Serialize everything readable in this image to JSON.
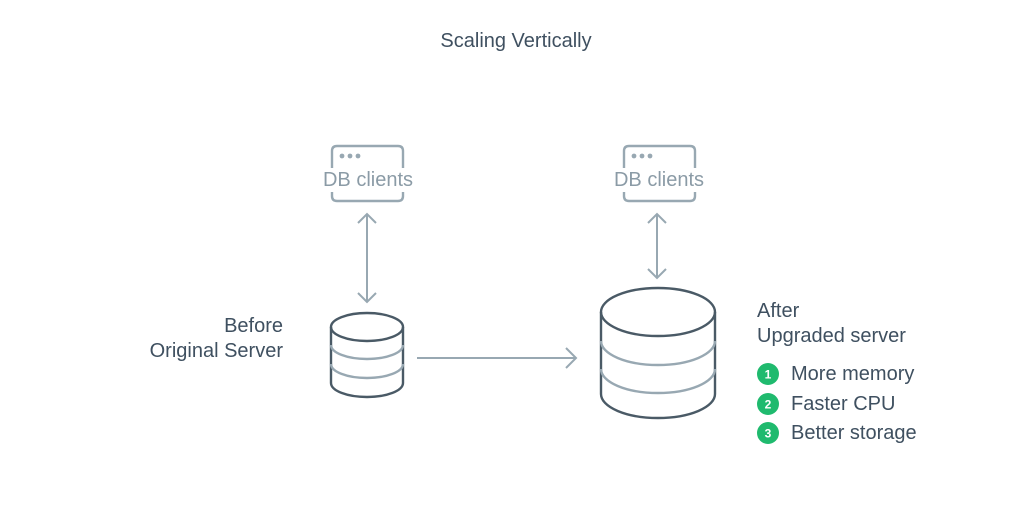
{
  "title": "Scaling Vertically",
  "clients": {
    "left": {
      "label": "DB clients"
    },
    "right": {
      "label": "DB clients"
    }
  },
  "before": {
    "line1": "Before",
    "line2": "Original Server"
  },
  "after": {
    "line1": "After",
    "line2": "Upgraded server"
  },
  "features": [
    {
      "number": "1",
      "label": "More memory"
    },
    {
      "number": "2",
      "label": "Faster CPU"
    },
    {
      "number": "3",
      "label": "Better storage"
    }
  ],
  "colors": {
    "accent_green": "#1fba6e",
    "dark_stroke": "#4a5a66",
    "light_stroke": "#98a8b2"
  }
}
